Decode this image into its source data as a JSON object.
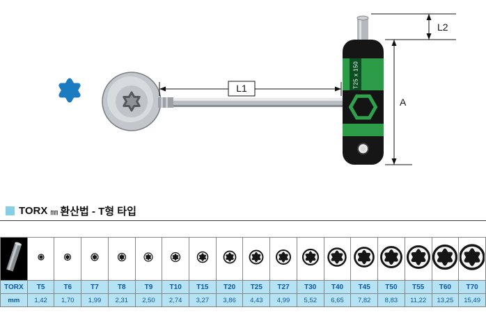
{
  "diagram": {
    "handle_label": "T25 x 150",
    "dim_l1": "L1",
    "dim_l2": "L2",
    "dim_a": "A"
  },
  "header": {
    "brand": "TORX",
    "unit": "㎜",
    "title": "환산법 - T형 타입"
  },
  "table": {
    "size_row_label": "TORX",
    "mm_row_label": "mm",
    "entries": [
      {
        "size": "T5",
        "mm": "1,42",
        "icon_d": 8
      },
      {
        "size": "T6",
        "mm": "1,70",
        "icon_d": 9
      },
      {
        "size": "T7",
        "mm": "1,99",
        "icon_d": 10
      },
      {
        "size": "T8",
        "mm": "2,31",
        "icon_d": 11
      },
      {
        "size": "T9",
        "mm": "2,50",
        "icon_d": 12
      },
      {
        "size": "T10",
        "mm": "2,74",
        "icon_d": 13
      },
      {
        "size": "T15",
        "mm": "3,27",
        "icon_d": 15
      },
      {
        "size": "T20",
        "mm": "3,86",
        "icon_d": 17
      },
      {
        "size": "T25",
        "mm": "4,43",
        "icon_d": 19
      },
      {
        "size": "T27",
        "mm": "4,99",
        "icon_d": 20
      },
      {
        "size": "T30",
        "mm": "5,52",
        "icon_d": 22
      },
      {
        "size": "T40",
        "mm": "6,65",
        "icon_d": 25
      },
      {
        "size": "T45",
        "mm": "7,82",
        "icon_d": 27
      },
      {
        "size": "T50",
        "mm": "8,83",
        "icon_d": 29
      },
      {
        "size": "T55",
        "mm": "11,22",
        "icon_d": 31
      },
      {
        "size": "T60",
        "mm": "13,25",
        "icon_d": 33
      },
      {
        "size": "T70",
        "mm": "15,49",
        "icon_d": 34
      }
    ]
  },
  "colors": {
    "table_row_bg": "#b5e3f3",
    "table_text": "#0a57a3",
    "star_blue": "#1a7bc0",
    "handle_green": "#2d9c48",
    "bullet_blue": "#85cfe4",
    "icon_dark": "#161616"
  }
}
